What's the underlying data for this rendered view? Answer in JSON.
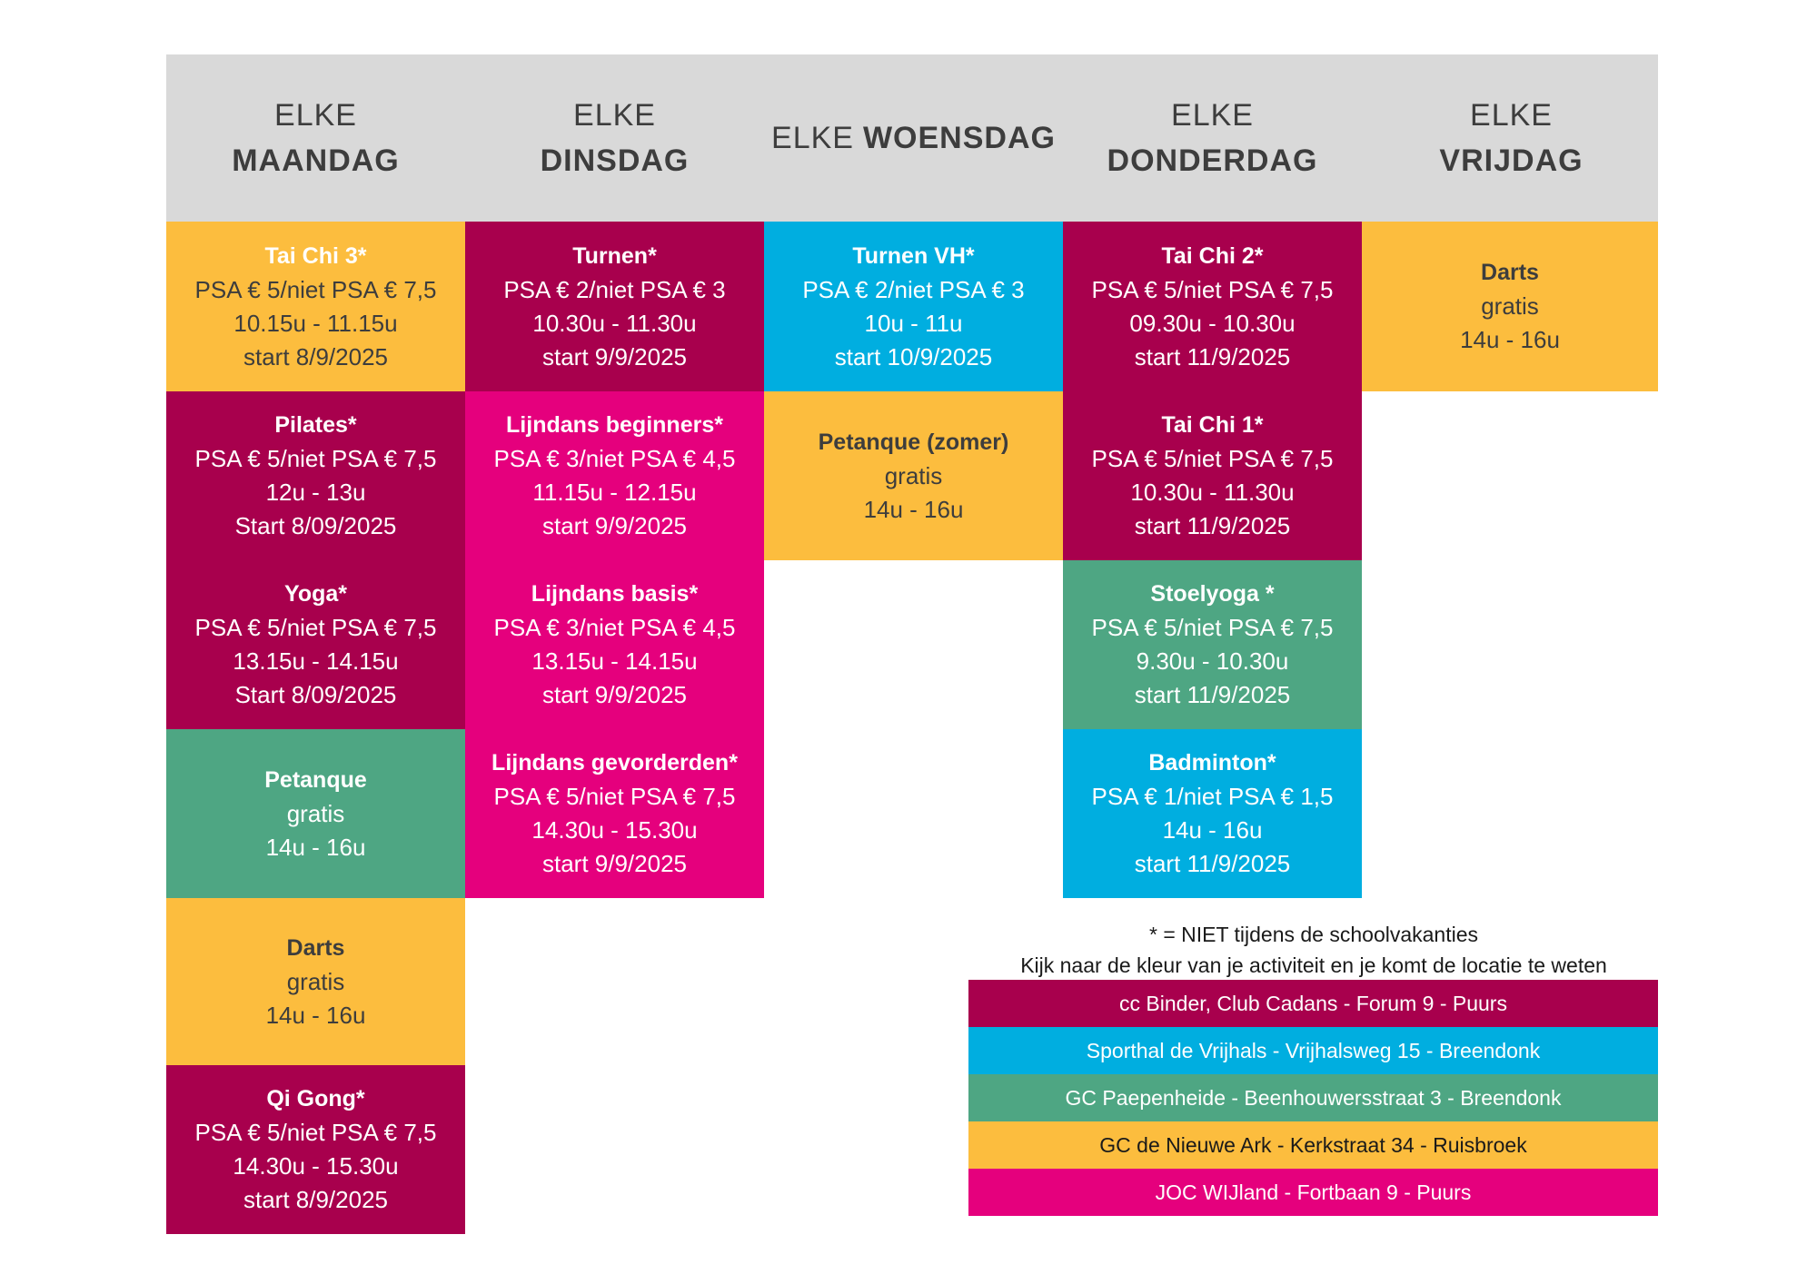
{
  "days": [
    {
      "pre": "ELKE",
      "name": "MAANDAG"
    },
    {
      "pre": "ELKE",
      "name": "DINSDAG"
    },
    {
      "pre": "ELKE",
      "name": "WOENSDAG"
    },
    {
      "pre": "ELKE",
      "name": "DONDERDAG"
    },
    {
      "pre": "ELKE",
      "name": "VRIJDAG"
    }
  ],
  "colors": {
    "binder": "#a8004d",
    "sporthal": "#00aee0",
    "paepenheide": "#4ea683",
    "nieuwe_ark": "#fcbd3e",
    "joc": "#e5007d",
    "header": "#d9d9d9"
  },
  "activities": {
    "monday": [
      {
        "title": "Tai Chi 3*",
        "price": "PSA € 5/niet PSA € 7,5",
        "time": "10.15u - 11.15u",
        "start": "start 8/9/2025"
      },
      {
        "title": "Pilates*",
        "price": "PSA € 5/niet PSA € 7,5",
        "time": "12u - 13u",
        "start": "Start 8/09/2025"
      },
      {
        "title": "Yoga*",
        "price": "PSA € 5/niet PSA € 7,5",
        "time": "13.15u - 14.15u",
        "start": "Start 8/09/2025"
      },
      {
        "title": "Petanque",
        "price": "gratis",
        "time": "14u - 16u"
      },
      {
        "title": "Darts",
        "price": "gratis",
        "time": "14u - 16u"
      },
      {
        "title": "Qi Gong*",
        "price": "PSA € 5/niet PSA € 7,5",
        "time": "14.30u - 15.30u",
        "start": "start 8/9/2025"
      }
    ],
    "tuesday": [
      {
        "title": "Turnen*",
        "price": "PSA € 2/niet PSA € 3",
        "time": "10.30u - 11.30u",
        "start": "start 9/9/2025"
      },
      {
        "title": "Lijndans beginners*",
        "price": "PSA € 3/niet PSA € 4,5",
        "time": "11.15u - 12.15u",
        "start": "start 9/9/2025"
      },
      {
        "title": "Lijndans basis*",
        "price": "PSA € 3/niet PSA € 4,5",
        "time": "13.15u - 14.15u",
        "start": "start 9/9/2025"
      },
      {
        "title": "Lijndans gevorderden*",
        "price": "PSA € 5/niet PSA € 7,5",
        "time": "14.30u - 15.30u",
        "start": "start 9/9/2025"
      }
    ],
    "wednesday": [
      {
        "title": "Turnen VH*",
        "price": "PSA € 2/niet PSA € 3",
        "time": "10u - 11u",
        "start": "start 10/9/2025"
      },
      {
        "title": "Petanque (zomer)",
        "price": "gratis",
        "time": "14u - 16u"
      }
    ],
    "thursday": [
      {
        "title": "Tai Chi 2*",
        "price": "PSA € 5/niet PSA € 7,5",
        "time": "09.30u - 10.30u",
        "start": "start 11/9/2025"
      },
      {
        "title": "Tai Chi 1*",
        "price": "PSA € 5/niet PSA € 7,5",
        "time": "10.30u - 11.30u",
        "start": "start 11/9/2025"
      },
      {
        "title": "Stoelyoga *",
        "price": "PSA € 5/niet PSA € 7,5",
        "time": "9.30u - 10.30u",
        "start": "start 11/9/2025"
      },
      {
        "title": "Badminton*",
        "price": "PSA € 1/niet PSA € 1,5",
        "time": "14u - 16u",
        "start": "start 11/9/2025"
      }
    ],
    "friday": [
      {
        "title": "Darts",
        "price": "gratis",
        "time": "14u - 16u"
      }
    ]
  },
  "notes": {
    "asterisk": "* = NIET tijdens de schoolvakanties",
    "color_hint": "Kijk naar de kleur van je activiteit en je komt de locatie te weten"
  },
  "legend": [
    {
      "label": "cc Binder, Club Cadans - Forum 9 - Puurs"
    },
    {
      "label": "Sporthal de Vrijhals - Vrijhalsweg 15 - Breendonk"
    },
    {
      "label": "GC Paepenheide - Beenhouwersstraat 3 - Breendonk"
    },
    {
      "label": "GC de Nieuwe Ark - Kerkstraat 34 - Ruisbroek"
    },
    {
      "label": "JOC WIJland - Fortbaan 9 - Puurs"
    }
  ]
}
